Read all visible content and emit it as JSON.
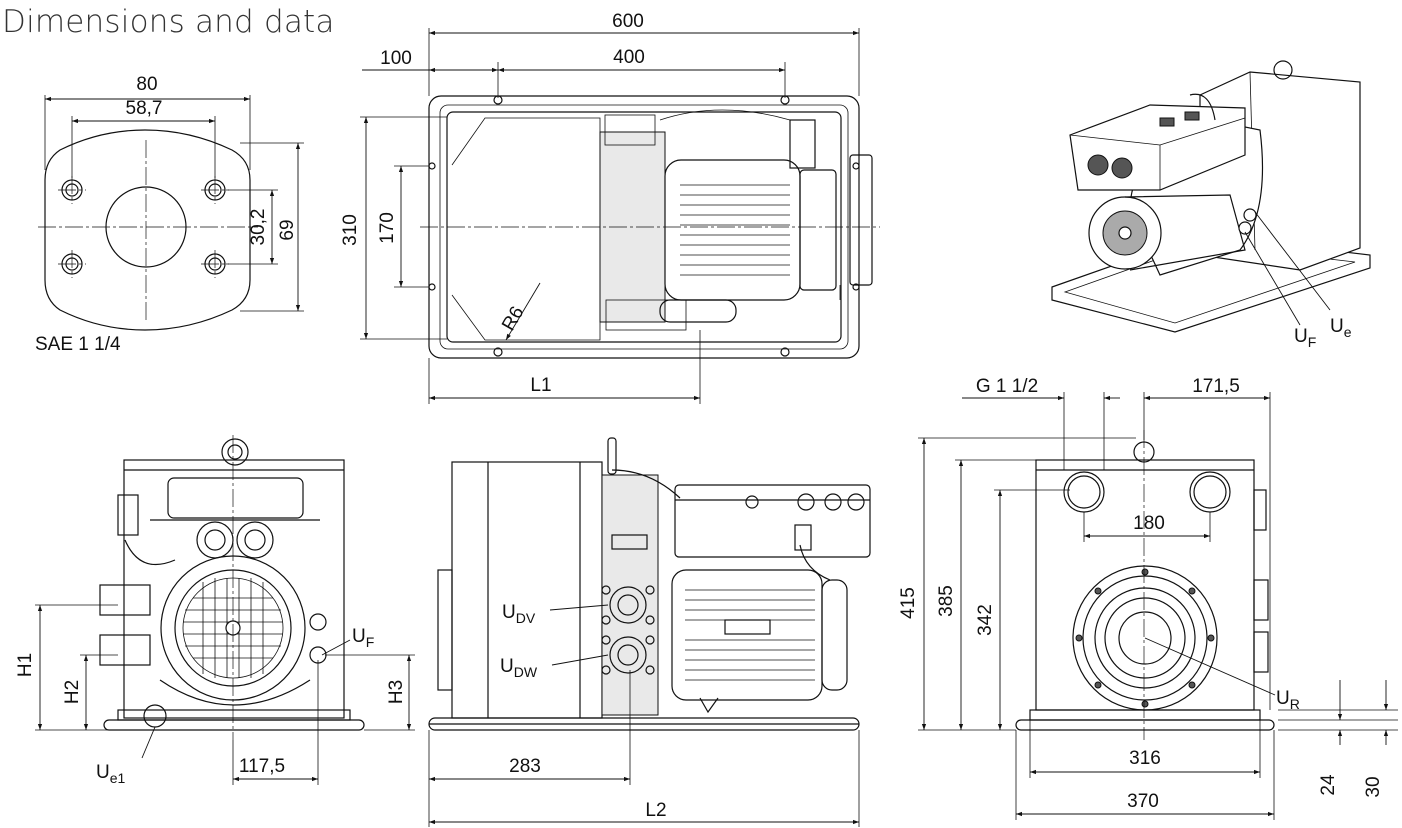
{
  "title": "Dimensions and data",
  "flange": {
    "label": "SAE 1 1/4",
    "dims": {
      "width": "80",
      "bolt_spacing": "58,7",
      "bolt_vertical": "30,2",
      "height": "69"
    }
  },
  "top_view": {
    "dims": {
      "overall": "600",
      "offset": "100",
      "hole_spacing": "400",
      "depth": "310",
      "hole_vertical": "170",
      "radius": "R6",
      "l1": "L1"
    }
  },
  "front_view": {
    "dims": {
      "h1": "H1",
      "h2": "H2",
      "h3": "H3",
      "offset": "117,5"
    },
    "labels": {
      "uf": "U",
      "uf_sub": "F",
      "ue1": "U",
      "ue1_sub": "e1"
    }
  },
  "side_view": {
    "dims": {
      "offset": "283",
      "l2": "L2"
    },
    "labels": {
      "udv": "U",
      "udv_sub": "DV",
      "udw": "U",
      "udw_sub": "DW"
    }
  },
  "rear_view": {
    "dims": {
      "thread": "G 1 1/2",
      "port_offset": "171,5",
      "port_spacing": "180",
      "h415": "415",
      "h385": "385",
      "h342": "342",
      "base_inner": "316",
      "base_outer": "370",
      "foot24": "24",
      "foot30": "30"
    },
    "labels": {
      "ur": "U",
      "ur_sub": "R"
    }
  },
  "iso_view": {
    "labels": {
      "uf": "U",
      "uf_sub": "F",
      "ue": "U",
      "ue_sub": "e"
    }
  }
}
